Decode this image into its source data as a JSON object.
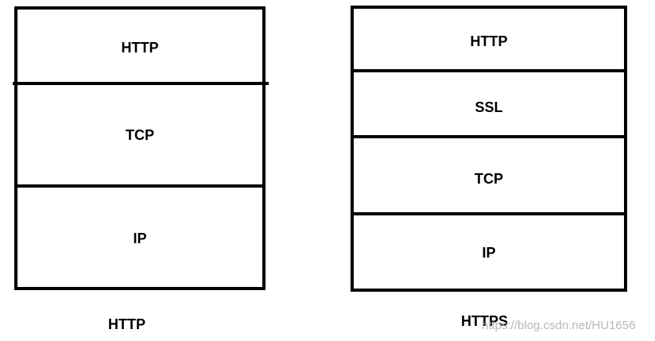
{
  "diagrams": {
    "http": {
      "layers": [
        "HTTP",
        "TCP",
        "IP"
      ],
      "caption": "HTTP"
    },
    "https": {
      "layers": [
        "HTTP",
        "SSL",
        "TCP",
        "IP"
      ],
      "caption": "HTTPS"
    }
  },
  "watermark": "https://blog.csdn.net/HU1656"
}
